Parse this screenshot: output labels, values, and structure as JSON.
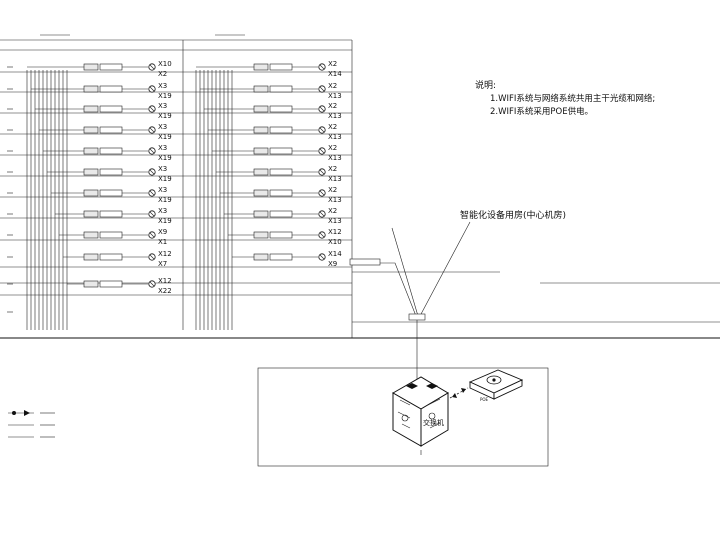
{
  "notes": {
    "title": "说明:",
    "items": [
      "1.WIFI系统与网络系统共用主干光缆和网络;",
      "2.WIFI系统采用POE供电。"
    ]
  },
  "room_label": "智能化设备用房(中心机房)",
  "center_label": "交换机",
  "device_label": "POE",
  "cabinet_columns": [
    {
      "rows": [
        {
          "a": "X10",
          "b": "X2"
        },
        {
          "a": "X3",
          "b": "X19"
        },
        {
          "a": "X3",
          "b": "X19"
        },
        {
          "a": "X3",
          "b": "X19"
        },
        {
          "a": "X3",
          "b": "X19"
        },
        {
          "a": "X3",
          "b": "X19"
        },
        {
          "a": "X3",
          "b": "X19"
        },
        {
          "a": "X3",
          "b": "X19"
        },
        {
          "a": "X9",
          "b": "X1"
        },
        {
          "a": "X12",
          "b": "X7"
        },
        {
          "a": "X12",
          "b": "X22"
        }
      ]
    },
    {
      "rows": [
        {
          "a": "X2",
          "b": "X14"
        },
        {
          "a": "X2",
          "b": "X13"
        },
        {
          "a": "X2",
          "b": "X13"
        },
        {
          "a": "X2",
          "b": "X13"
        },
        {
          "a": "X2",
          "b": "X13"
        },
        {
          "a": "X2",
          "b": "X13"
        },
        {
          "a": "X2",
          "b": "X13"
        },
        {
          "a": "X2",
          "b": "X13"
        },
        {
          "a": "X12",
          "b": "X10"
        },
        {
          "a": "X14",
          "b": "X9"
        }
      ]
    }
  ],
  "colors": {
    "line": "#222222",
    "background": "#ffffff"
  },
  "icons": [
    "switch-cube-icon",
    "poe-device-icon",
    "access-point-icon",
    "legend-arrow-icon"
  ]
}
